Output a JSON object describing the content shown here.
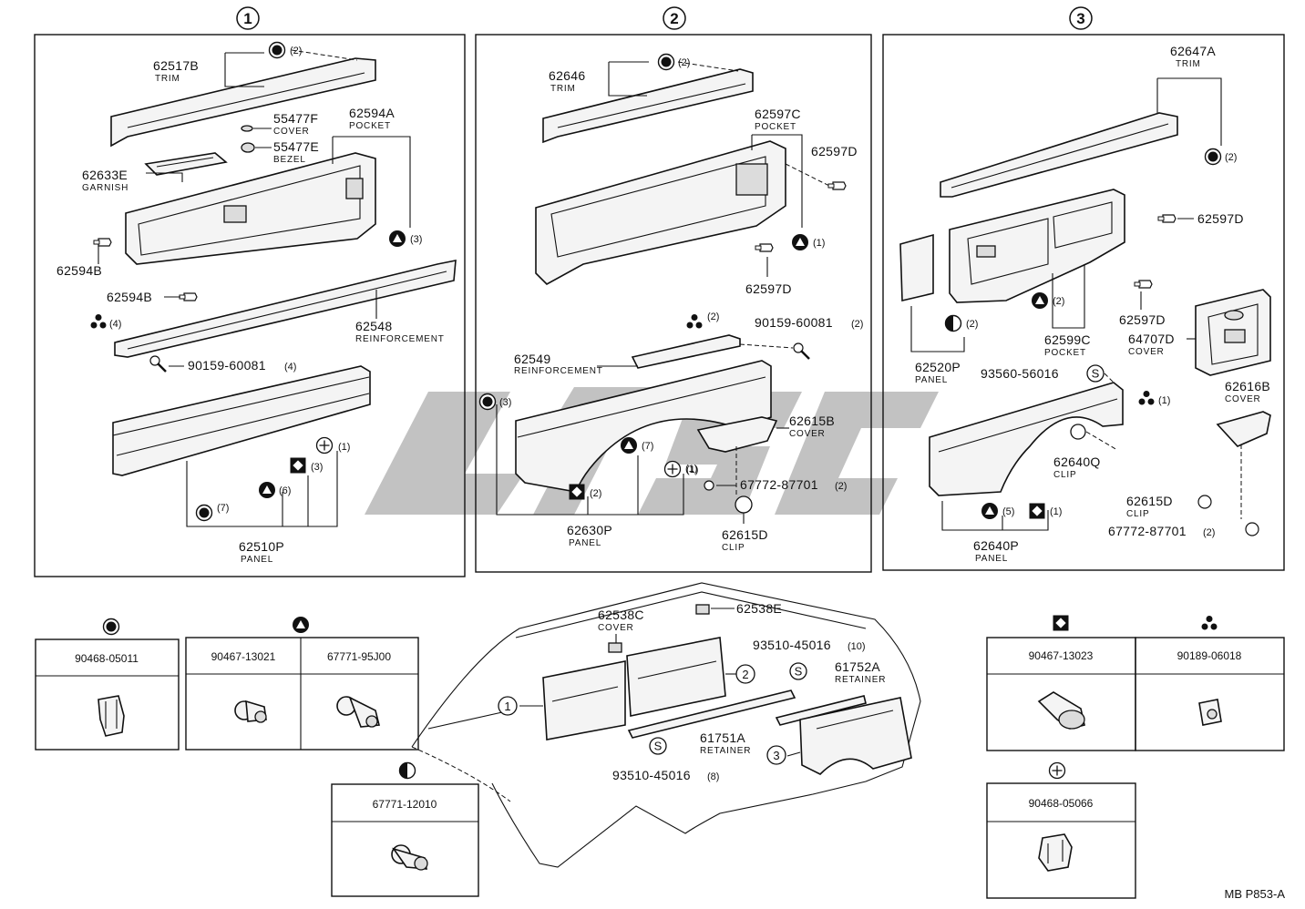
{
  "sections": {
    "s1": {
      "num": "1"
    },
    "s2": {
      "num": "2"
    },
    "s3": {
      "num": "3"
    }
  },
  "panel1": {
    "trim": {
      "pn": "62517B",
      "name": "TRIM",
      "qty": "(2)"
    },
    "cover": {
      "pn": "55477F",
      "name": "COVER"
    },
    "bezel": {
      "pn": "55477E",
      "name": "BEZEL"
    },
    "pocket": {
      "pn": "62594A",
      "name": "POCKET",
      "qty": "(3)"
    },
    "garnish": {
      "pn": "62633E",
      "name": "GARNISH"
    },
    "clip_a": {
      "pn": "62594B"
    },
    "clip_b": {
      "pn": "62594B"
    },
    "reinforcement": {
      "pn": "62548",
      "name": "REINFORCEMENT",
      "qty": "(4)"
    },
    "screw": {
      "pn": "90159-60081",
      "qty": "(4)"
    },
    "panel": {
      "pn": "62510P",
      "name": "PANEL",
      "q_circle": "(7)",
      "q_tri": "(6)",
      "q_sq": "(3)",
      "q_plus": "(1)"
    }
  },
  "panel2": {
    "trim": {
      "pn": "62646",
      "name": "TRIM",
      "qty": "(2)"
    },
    "pocket": {
      "pn": "62597C",
      "name": "POCKET",
      "qty": "(1)"
    },
    "clip_a": {
      "pn": "62597D"
    },
    "clip_b": {
      "pn": "62597D"
    },
    "reinforcement": {
      "pn": "62549",
      "name": "REINFORCEMENT",
      "qty": "(2)"
    },
    "screw": {
      "pn": "90159-60081",
      "qty": "(2)"
    },
    "cover": {
      "pn": "62615B",
      "name": "COVER"
    },
    "panel": {
      "pn": "62630P",
      "name": "PANEL",
      "q_circle": "(3)",
      "q_tri": "(7)",
      "q_sq": "(2)",
      "q_plus": "(1)"
    },
    "bolt": {
      "pn": "67772-87701",
      "qty": "(2)"
    },
    "clip": {
      "pn": "62615D",
      "name": "CLIP"
    }
  },
  "panel3": {
    "trim": {
      "pn": "62647A",
      "name": "TRIM",
      "qty": "(2)"
    },
    "clip_a": {
      "pn": "62597D"
    },
    "clip_b": {
      "pn": "62597D"
    },
    "pocket": {
      "pn": "62599C",
      "name": "POCKET",
      "qty": "(2)"
    },
    "panel_s": {
      "pn": "62520P",
      "name": "PANEL",
      "qty": "(2)"
    },
    "cover_big": {
      "pn": "64707D",
      "name": "COVER"
    },
    "screw": {
      "pn": "93560-56016"
    },
    "clip_q": {
      "pn": "62640Q",
      "name": "CLIP"
    },
    "cover_s": {
      "pn": "62616B",
      "name": "COVER"
    },
    "q_tri3": {
      "qty": "(1)"
    },
    "panel": {
      "pn": "62640P",
      "name": "PANEL",
      "q_tri": "(5)",
      "q_sq": "(1)"
    },
    "clip_d": {
      "pn": "62615D",
      "name": "CLIP"
    },
    "bolt": {
      "pn": "67772-87701",
      "qty": "(2)"
    }
  },
  "vehicle": {
    "cover": {
      "pn": "62538C",
      "name": "COVER"
    },
    "e": {
      "pn": "62538E"
    },
    "screw10": {
      "pn": "93510-45016",
      "qty": "(10)"
    },
    "retainer_a": {
      "pn": "61752A",
      "name": "RETAINER"
    },
    "retainer_b": {
      "pn": "61751A",
      "name": "RETAINER"
    },
    "screw6": {
      "pn": "93510-45016",
      "qty": "(8)"
    },
    "c1": "1",
    "c2": "2",
    "c3": "3"
  },
  "legend": {
    "circle": {
      "code": "90468-05011"
    },
    "triangle": {
      "code1": "90467-13021",
      "code2": "67771-95J00"
    },
    "half": {
      "code": "67771-12010"
    },
    "square": {
      "code": "90467-13023"
    },
    "dots": {
      "code": "90189-06018"
    },
    "plus": {
      "code": "90468-05066"
    }
  },
  "ref": "MB P853-A"
}
